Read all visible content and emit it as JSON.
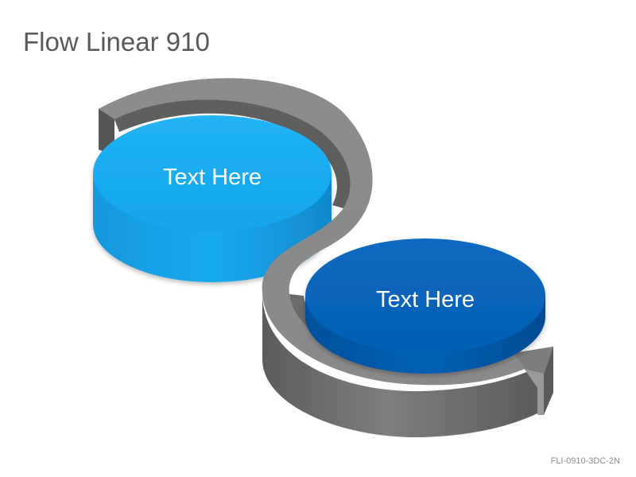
{
  "slide": {
    "title": "Flow Linear 910",
    "code": "FLI-0910-3DC-2N"
  },
  "diagram": {
    "steps": [
      {
        "label": "Text Here",
        "color": "#19a9f0"
      },
      {
        "label": "Text Here",
        "color": "#0563b8"
      }
    ],
    "arrow_color": "#737373"
  }
}
